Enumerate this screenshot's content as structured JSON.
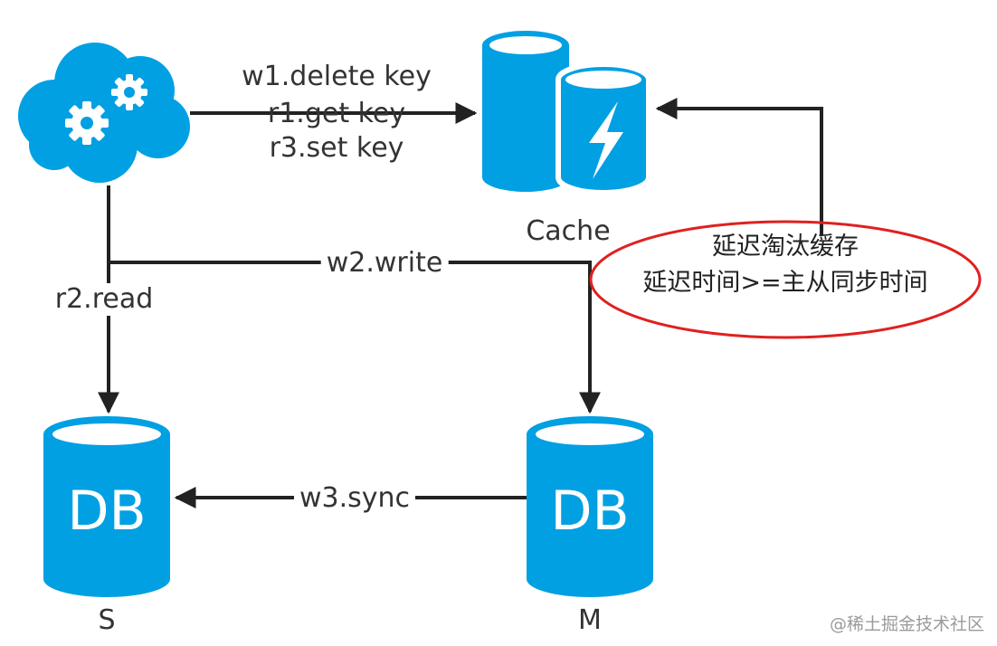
{
  "labels": {
    "top_line1": "w1.delete key",
    "top_line2": "r1.get key",
    "top_line3": "r3.set key",
    "cache": "Cache",
    "write": "w2.write",
    "read": "r2.read",
    "sync": "w3.sync",
    "slave": "S",
    "master": "M",
    "db_left": "DB",
    "db_right": "DB"
  },
  "note": {
    "line1": "延迟淘汰缓存",
    "line2": "延迟时间>=主从同步时间"
  },
  "watermark": "@稀土掘金技术社区",
  "colors": {
    "accent": "#00a0e3",
    "line": "#222222",
    "highlight": "#e02020"
  }
}
